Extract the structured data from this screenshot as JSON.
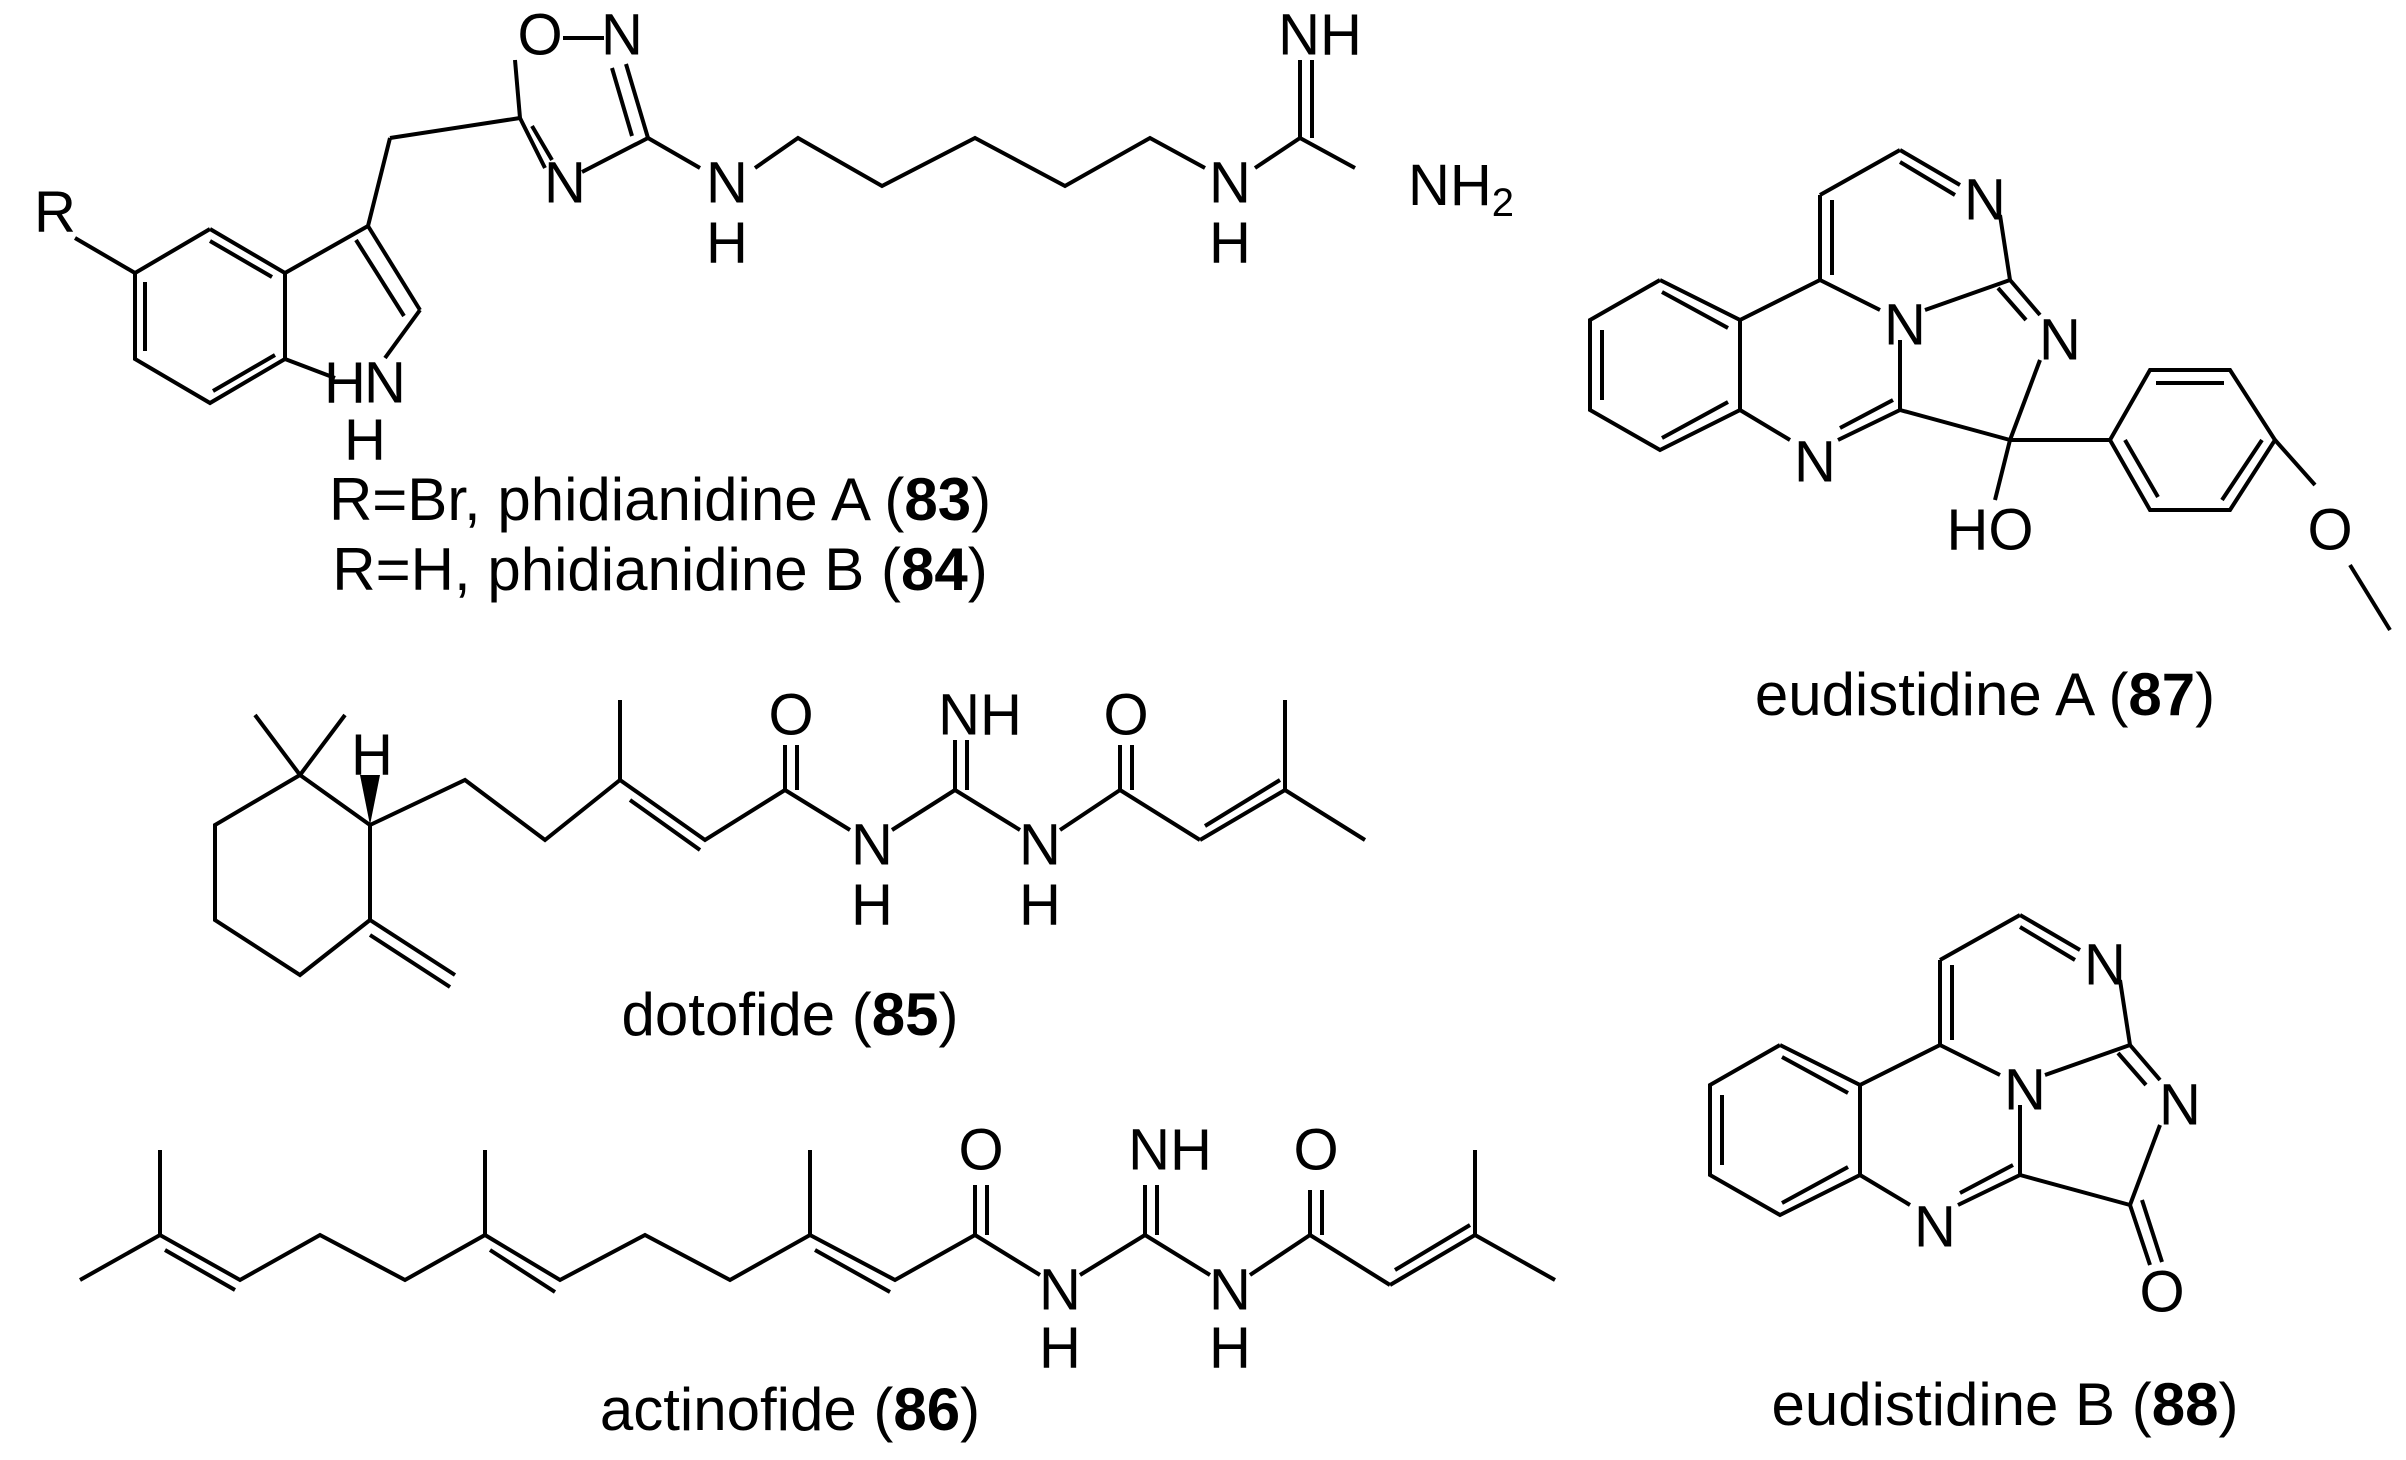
{
  "compounds": [
    {
      "id": "phidianidine",
      "caption_lines": [
        {
          "prefix": "R=Br, phidianidine A (",
          "number": "83",
          "suffix": ")"
        },
        {
          "prefix": "R=H, phidianidine B (",
          "number": "84",
          "suffix": ")"
        }
      ],
      "atoms": {
        "r": "R",
        "oxadiazole_o": "O",
        "oxadiazole_n_top": "N",
        "oxadiazole_n_bottom": "N",
        "amine_n": "N",
        "amine_h": "H",
        "indole_n": "N",
        "indole_h_upper": "H",
        "indole_h_lower": "H",
        "guan_n": "N",
        "guan_h": "H",
        "guan_imine": "NH",
        "guan_amine": "NH",
        "guan_amine_sub": "2"
      }
    },
    {
      "id": "eudistidine-a",
      "caption": {
        "prefix": "eudistidine A (",
        "number": "87",
        "suffix": ")"
      },
      "atoms": {
        "pyr_n": "N",
        "bridge_n": "N",
        "imid_n": "N",
        "quin_n": "N",
        "hydroxyl": "HO",
        "methoxy_o": "O"
      }
    },
    {
      "id": "dotofide",
      "caption": {
        "prefix": "dotofide (",
        "number": "85",
        "suffix": ")"
      },
      "atoms": {
        "stereo_h": "H",
        "carbonyl_o_left": "O",
        "imine": "NH",
        "carbonyl_o_right": "O",
        "n_left": "N",
        "h_left": "H",
        "n_right": "N",
        "h_right": "H"
      }
    },
    {
      "id": "actinofide",
      "caption": {
        "prefix": "actinofide (",
        "number": "86",
        "suffix": ")"
      },
      "atoms": {
        "carbonyl_o_left": "O",
        "imine": "NH",
        "carbonyl_o_right": "O",
        "n_left": "N",
        "h_left": "H",
        "n_right": "N",
        "h_right": "H"
      }
    },
    {
      "id": "eudistidine-b",
      "caption": {
        "prefix": "eudistidine B (",
        "number": "88",
        "suffix": ")"
      },
      "atoms": {
        "pyr_n": "N",
        "bridge_n": "N",
        "imid_n": "N",
        "quin_n": "N",
        "carbonyl_o": "O"
      }
    }
  ]
}
